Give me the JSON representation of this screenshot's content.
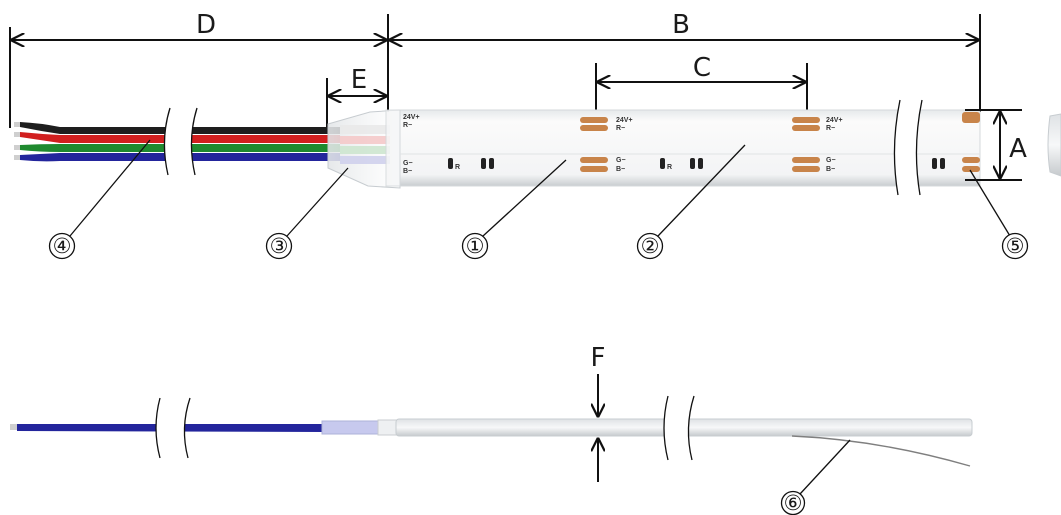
{
  "diagram": {
    "dimension_labels": {
      "a": "A",
      "b": "B",
      "c": "C",
      "d": "D",
      "e": "E",
      "f": "F"
    },
    "callouts": [
      "①",
      "②",
      "③",
      "④",
      "⑤",
      "⑥"
    ],
    "pad_labels": {
      "positive": "24V+",
      "red": "R−",
      "green": "G−",
      "blue": "B−",
      "resistor_code": "R"
    },
    "wire_colors": {
      "black": "#1e1e1e",
      "red": "#d11f1f",
      "green": "#1f8a2f",
      "blue": "#23259c"
    },
    "pad_color": "#c8844a",
    "strip_color": "#f0f2f3"
  }
}
